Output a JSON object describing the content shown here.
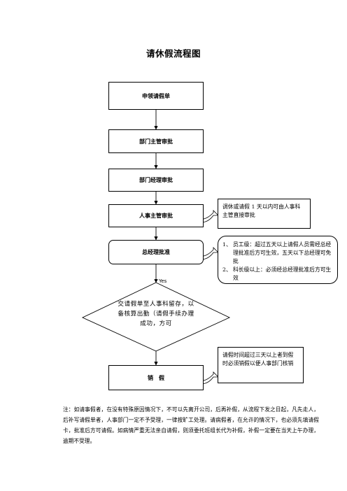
{
  "title": "请休假流程图",
  "steps": {
    "apply": "申领请假单",
    "dept_supervisor": "部门主管审批",
    "dept_manager": "部门经理审批",
    "hr_supervisor": "人事主管审批",
    "gm_approve": "总经理批准",
    "cancel_leave": "销　假"
  },
  "decision": {
    "text": "交请假单至人事科留存，以备核算出勤（请假手续办理成功，方可",
    "yes_label": "Yes"
  },
  "notes": {
    "hr_note": "调休或请假 1 天以内可由人事科主管直接审批",
    "gm_note": [
      {
        "num": "1、",
        "text": "员工级：超过五天以上请假人员需经总经理批准后方可生效，五天以下总经理可免批"
      },
      {
        "num": "2、",
        "text": "科长级以上：必须经总经理批准后方可生效"
      }
    ],
    "cancel_note": "请假时间超过三天以上者到假时必须销假以便人事部门核销"
  },
  "footnote": "注：如请事假者，在没有特殊原因情况下，不可以先离开公司，后再补假，从流程下发之日起，凡先走人，后补写请假单者，人事部门一定不予受理，一律按旷工处理。请病假者，在允许的情况下，也必须先填请假卡，批准后方可请假。如病情严重无法亲自请假，则须委托班组长代为补假，补假一定要在当天上午办理，逾期不受理。"
}
